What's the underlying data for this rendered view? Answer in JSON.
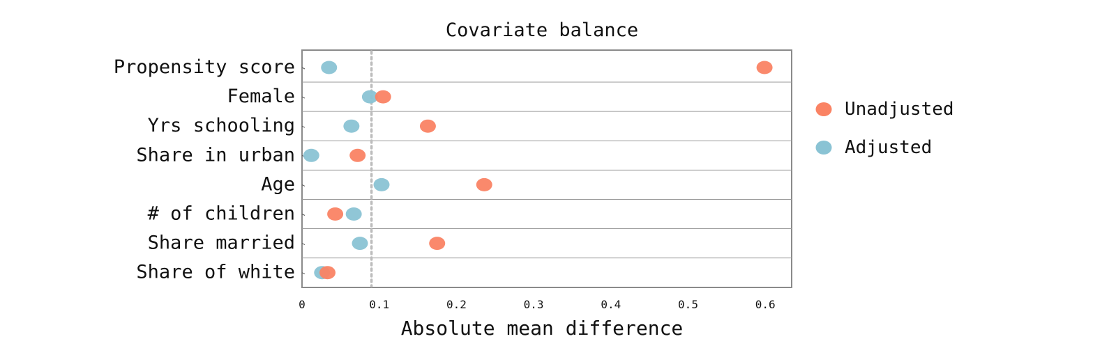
{
  "chart_data": {
    "type": "scatter",
    "title": "Covariate balance",
    "xlabel": "Absolute mean difference",
    "ylabel": "",
    "xlim": [
      0,
      0.635
    ],
    "xticks": [
      "0",
      "0.1",
      "0.2",
      "0.3",
      "0.4",
      "0.5",
      "0.6"
    ],
    "reference_line": 0.09,
    "categories": [
      "Propensity score",
      "Female",
      "Yrs schooling",
      "Share in urban",
      "Age",
      "# of children",
      "Share married",
      "Share of white"
    ],
    "series": [
      {
        "name": "Unadjusted",
        "color": "#FA8364",
        "values": [
          0.599,
          0.105,
          0.163,
          0.072,
          0.236,
          0.043,
          0.175,
          0.033
        ]
      },
      {
        "name": "Adjusted",
        "color": "#8AC3D4",
        "values": [
          0.035,
          0.088,
          0.064,
          0.012,
          0.103,
          0.067,
          0.075,
          0.026
        ]
      }
    ],
    "legend_position": "right",
    "grid": "horizontal separators"
  }
}
